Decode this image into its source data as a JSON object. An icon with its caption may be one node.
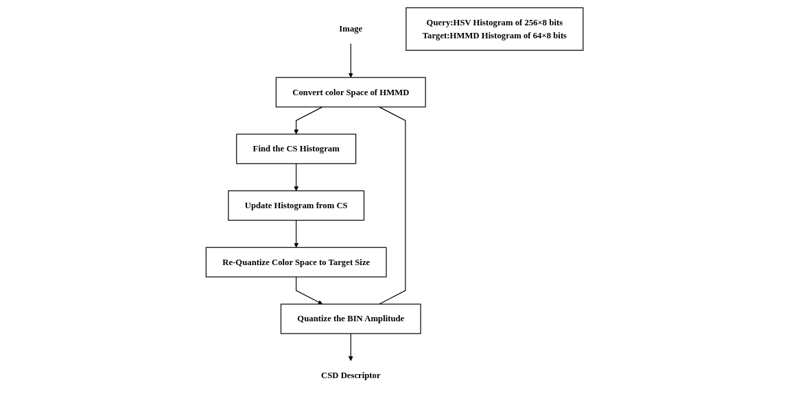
{
  "diagram": {
    "nodes": [
      {
        "text": [
          "Image"
        ]
      },
      {
        "text": [
          "Convert color Space of HMMD"
        ]
      },
      {
        "text": [
          "Find the CS Histogram"
        ]
      },
      {
        "text": [
          "Update Histogram from CS"
        ]
      },
      {
        "text": [
          "Re-Quantize Color Space to Target Size"
        ]
      },
      {
        "text": [
          "Quantize the BIN Amplitude"
        ]
      },
      {
        "text": [
          "CSD Descriptor"
        ]
      },
      {
        "text": [
          "Query:HSV Histogram of 256×8 bits",
          "Target:HMMD Histogram of 64×8 bits"
        ]
      }
    ],
    "edges": [
      {
        "from": 0,
        "to": 1,
        "arrow": "to"
      },
      {
        "from": 1,
        "to": 2,
        "arrow": "to"
      },
      {
        "from": 2,
        "to": 3,
        "arrow": "to"
      },
      {
        "from": 3,
        "to": 4,
        "arrow": "to"
      },
      {
        "from": 4,
        "to": 5,
        "arrow": "to"
      },
      {
        "from": 5,
        "to": 6,
        "arrow": "to"
      },
      {
        "from": 1,
        "to": 5,
        "arrow": "none"
      }
    ]
  }
}
